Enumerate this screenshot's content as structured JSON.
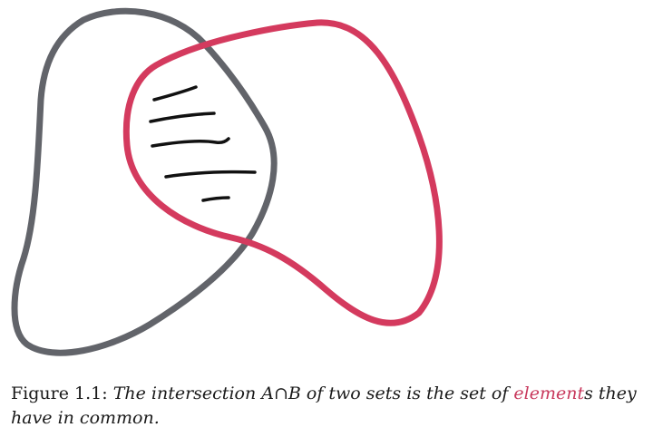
{
  "figure": {
    "set_a": {
      "stroke": "#62646a"
    },
    "set_b": {
      "stroke": "#d43a5e"
    },
    "hatch": {
      "stroke": "#111111"
    }
  },
  "caption": {
    "label": "Figure 1.1:",
    "text_before": "The intersection ",
    "math": "A∩B",
    "text_middle": " of two sets is the set of ",
    "link_text": "element",
    "text_after": "s they have in common.",
    "link_color": "#c8385c"
  }
}
